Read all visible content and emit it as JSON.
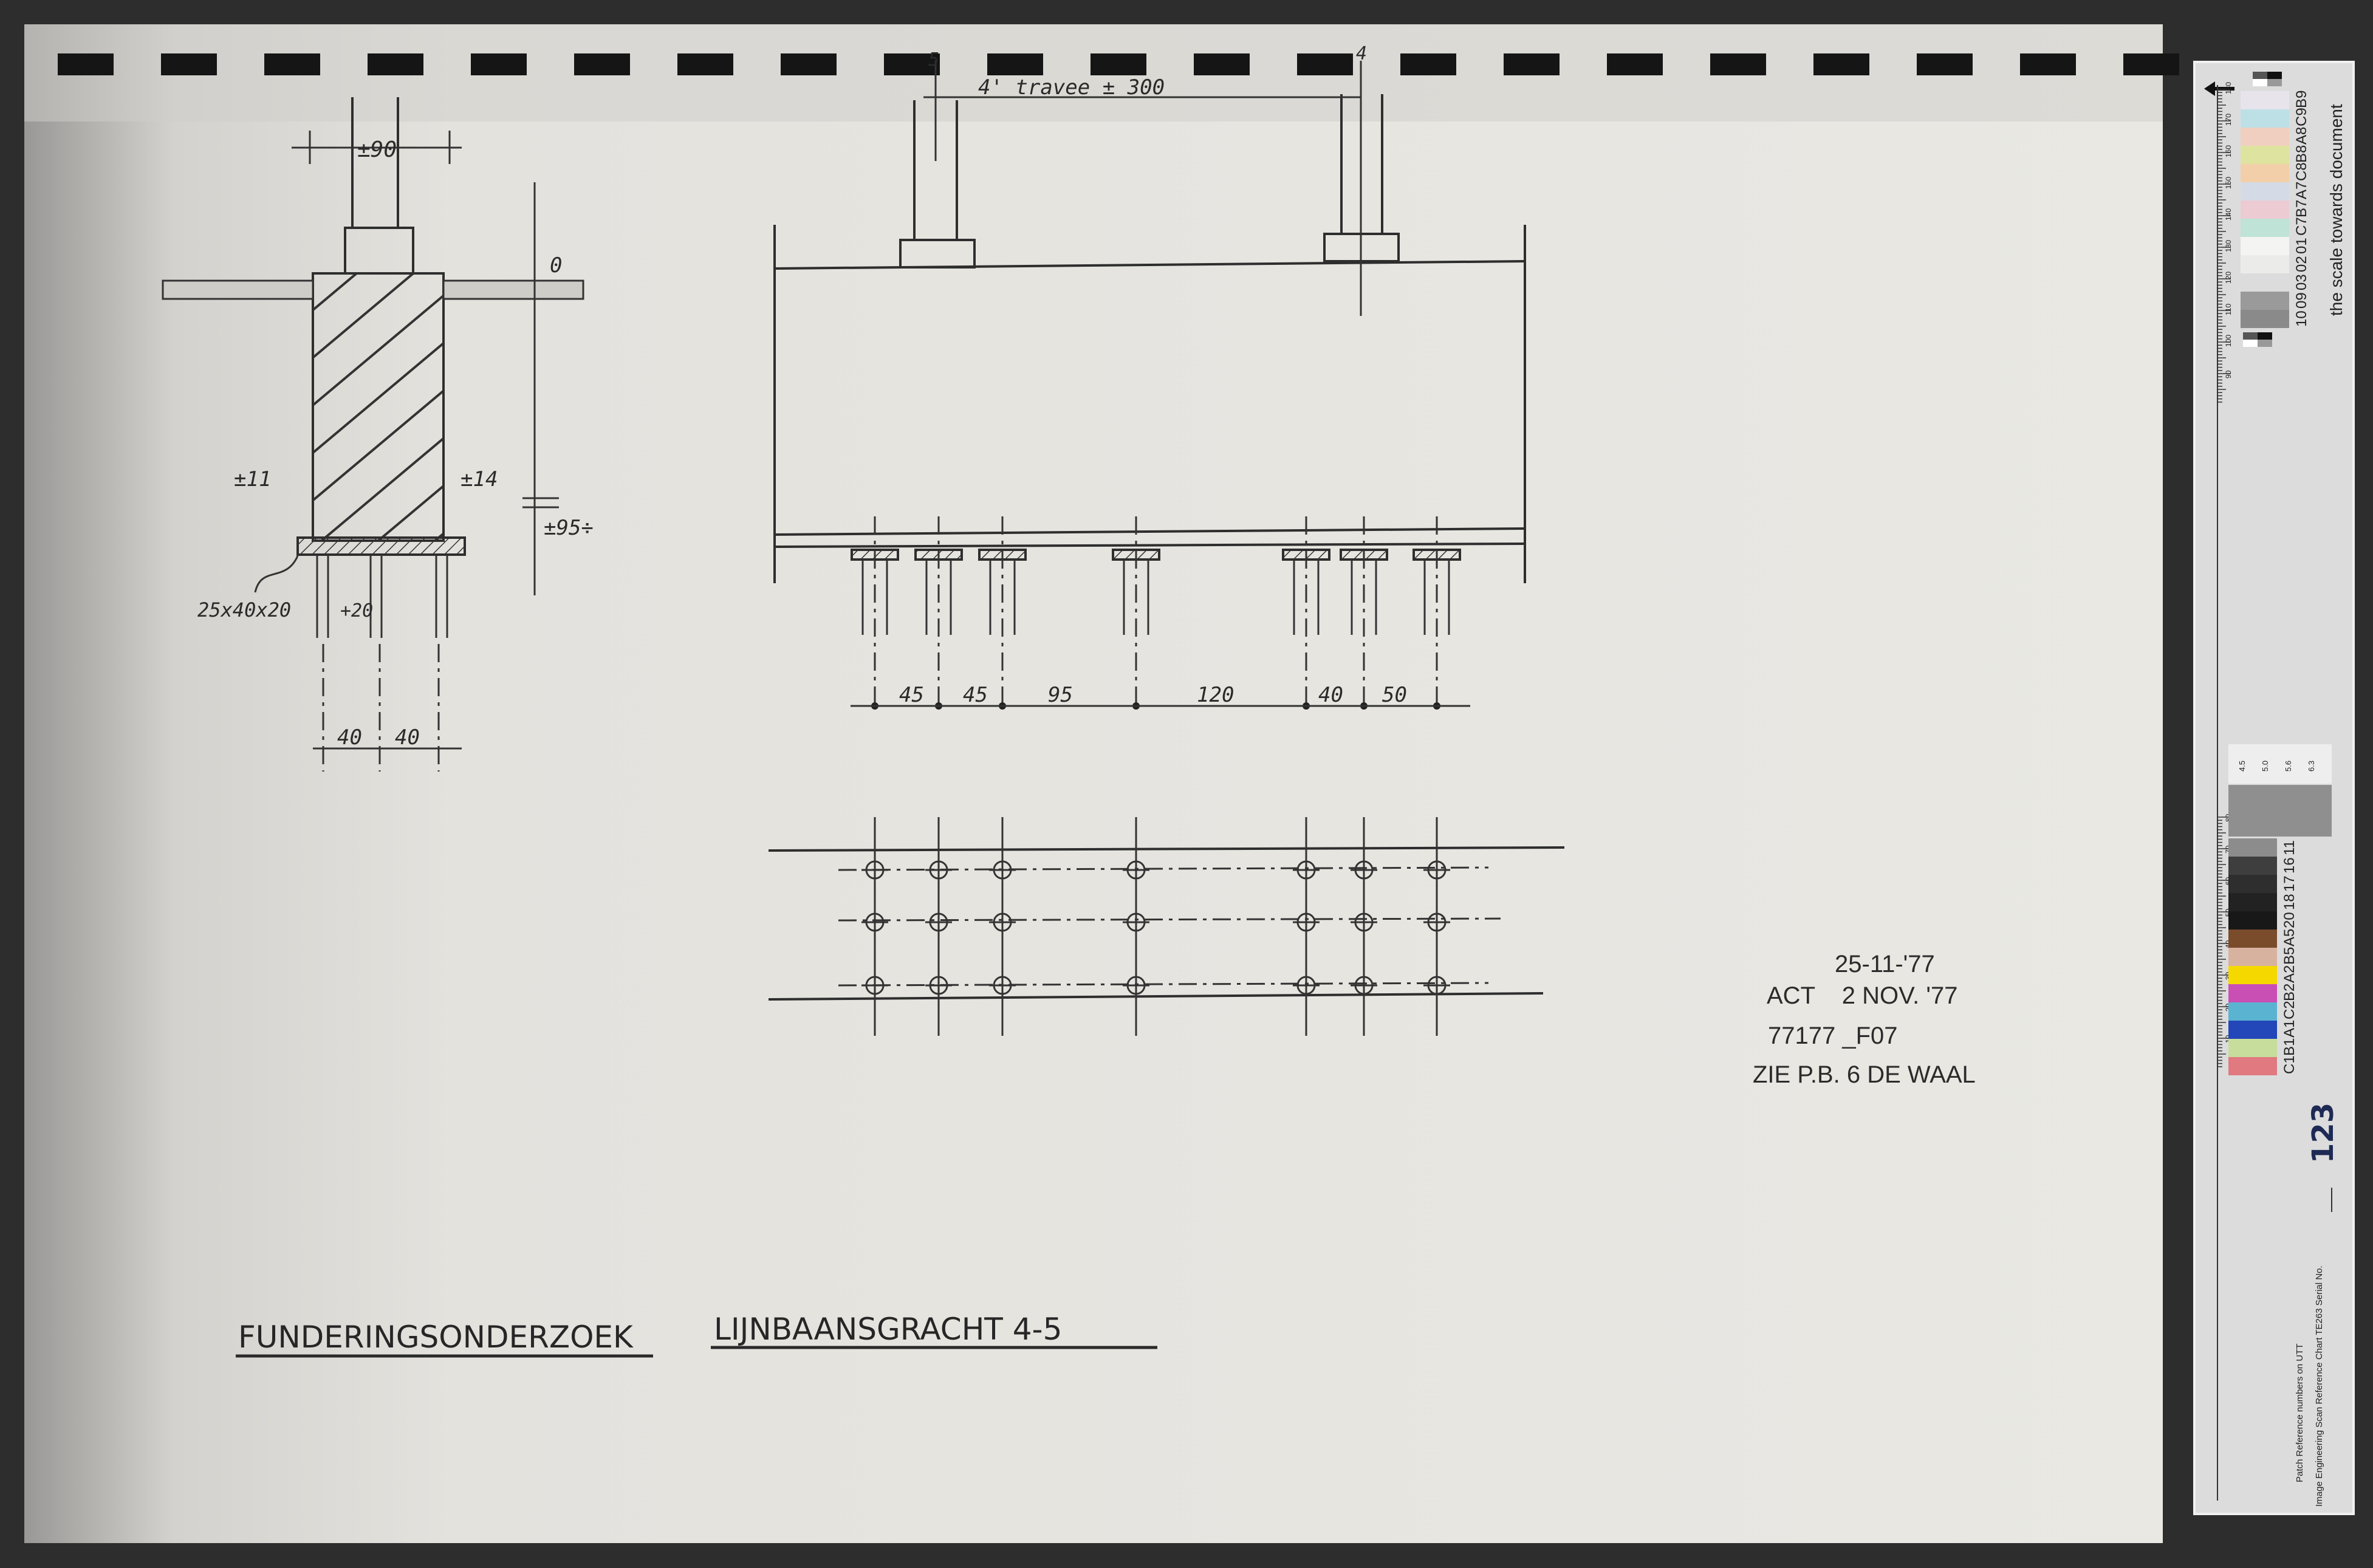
{
  "drawing": {
    "title": "FUNDERINGSONDERZOEK",
    "subtitle": "LIJNBAANSGRACHT 4-5",
    "section": {
      "top_level": "±90",
      "zero_level": "0",
      "left_level": "±11",
      "right_level": "±14",
      "bottom_level": "±95÷",
      "beam_size": "25x40x20",
      "pile_label": "+20",
      "dims": [
        "40",
        "40"
      ]
    },
    "elevation": {
      "axis_left": "5",
      "axis_right": "4",
      "span_label": "4' travee ± 300",
      "dims": [
        "45",
        "45",
        "95",
        "120",
        "40",
        "50"
      ]
    },
    "stamp": {
      "line1": "25-11-'77",
      "line2": "ACT    2 NOV. '77",
      "line3": "77177 _F07",
      "line4": "ZIE  P.B. 6 DE WAAL"
    }
  },
  "scale_chart": {
    "note": "the scale towards document",
    "patch_note": "Patch Reference numbers on UTT",
    "chart_name": "Image Engineering  Scan Reference Chart  TE263  Serial No.",
    "serial": "123",
    "arrow_icon": "arrow-left-icon",
    "grey_card_labels": [
      "4.5",
      "5.0",
      "5.6",
      "6.3"
    ],
    "ruler_upper": [
      "180",
      "170",
      "160",
      "150",
      "140",
      "130",
      "120",
      "110",
      "100",
      "90"
    ],
    "ruler_lower": [
      "80",
      "70",
      "60",
      "50",
      "40",
      "30",
      "20",
      "10"
    ],
    "patches_upper": [
      {
        "label": "B9",
        "color": "#e8e4ec"
      },
      {
        "label": "C9",
        "color": "#bde0e6"
      },
      {
        "label": "A8",
        "color": "#f0cfc0"
      },
      {
        "label": "B8",
        "color": "#dfe3a0"
      },
      {
        "label": "C8",
        "color": "#f2cfa8"
      },
      {
        "label": "A7",
        "color": "#d5dbe6"
      },
      {
        "label": "B7",
        "color": "#eccbd3"
      },
      {
        "label": "C7",
        "color": "#bfe3d6"
      },
      {
        "label": "01",
        "color": "#f4f4f2"
      },
      {
        "label": "02",
        "color": "#ebebea"
      },
      {
        "label": "03",
        "color": "#dcdcdc"
      },
      {
        "label": "09",
        "color": "#9a9a9a"
      },
      {
        "label": "10",
        "color": "#8a8a8a"
      }
    ],
    "patches_lower": [
      {
        "label": "11",
        "color": "#8c8c8c"
      },
      {
        "label": "16",
        "color": "#3e3e3e"
      },
      {
        "label": "17",
        "color": "#2e2e2e"
      },
      {
        "label": "18",
        "color": "#222222"
      },
      {
        "label": "20",
        "color": "#181818"
      },
      {
        "label": "A5",
        "color": "#7a4c2c"
      },
      {
        "label": "B5",
        "color": "#d7b29f"
      },
      {
        "label": "A2",
        "color": "#f5d800"
      },
      {
        "label": "B2",
        "color": "#c94fb4"
      },
      {
        "label": "C2",
        "color": "#5bb3d2"
      },
      {
        "label": "A1",
        "color": "#2346b8"
      },
      {
        "label": "B1",
        "color": "#c6dd9c"
      },
      {
        "label": "C1",
        "color": "#e07a80"
      }
    ]
  }
}
